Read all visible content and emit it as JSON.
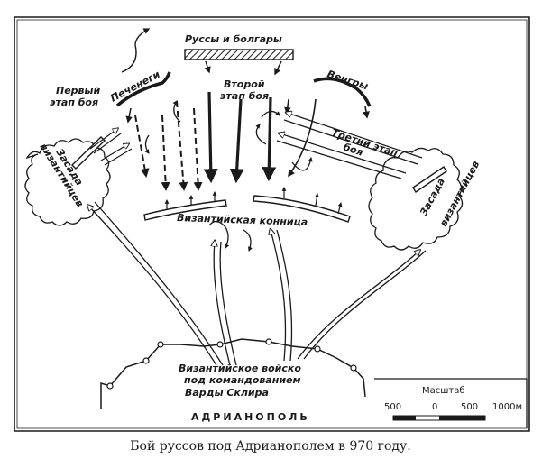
{
  "title": "Бой руссов под Адрианополем в 970 году.",
  "labels": {
    "rus_bulgar": "Руссы и болгары",
    "pechenegs": "Печенеги",
    "hungarians": "Венгры",
    "first_stage_1": "Первый",
    "first_stage_2": "этап боя",
    "second_stage_1": "Второй",
    "second_stage_2": "этап боя",
    "third_stage_1": "Третий этап",
    "third_stage_2": "боя",
    "ambush_left_1": "Засада",
    "ambush_left_2": "византийцев",
    "ambush_right_1": "Засада",
    "ambush_right_2": "византийцев",
    "byz_cavalry": "Византийская конница",
    "byz_army_1": "Византийское войско",
    "byz_army_2": "под командованием",
    "byz_army_3": "Варды Склира",
    "city": "АДРИАНОПОЛЬ"
  },
  "scale": {
    "title": "Масштаб",
    "ticks": [
      "500",
      "0",
      "500",
      "1000м"
    ]
  },
  "colors": {
    "ink": "#1a1a1a",
    "paper": "#ffffff"
  }
}
